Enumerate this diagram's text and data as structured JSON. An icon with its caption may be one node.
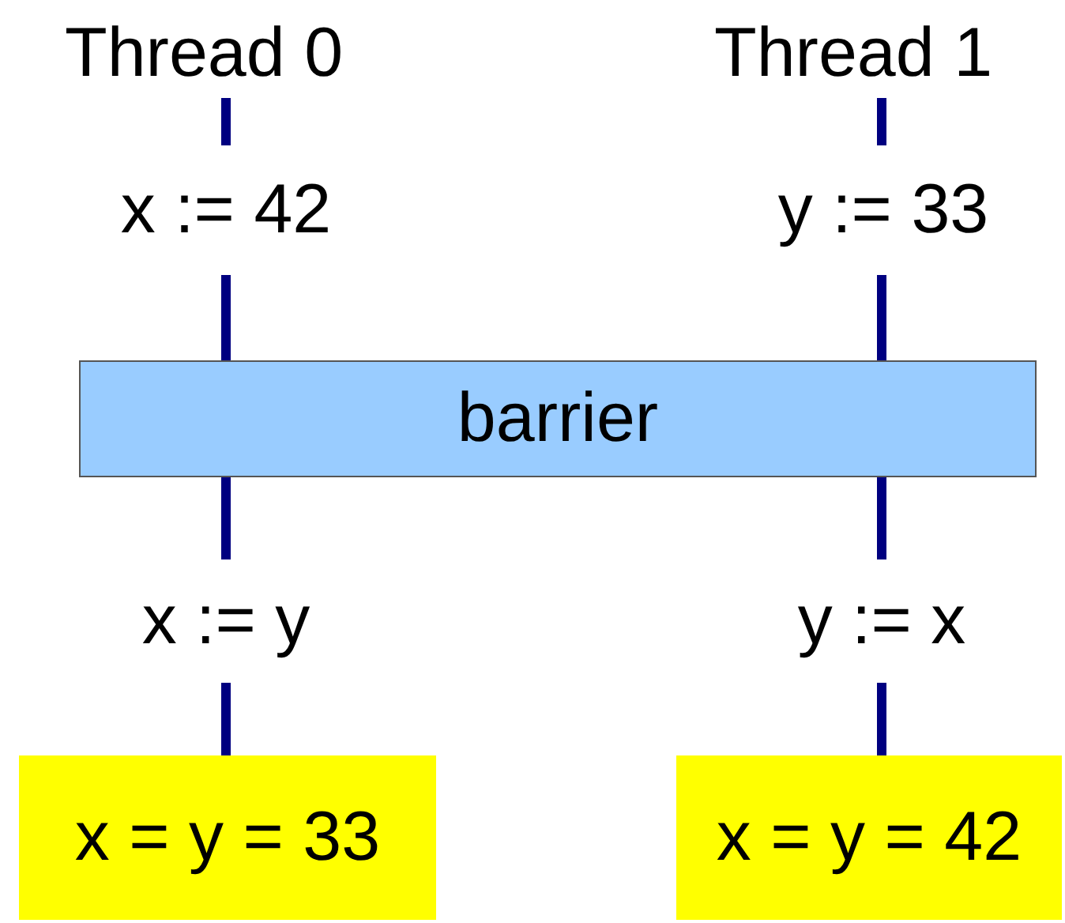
{
  "diagram": {
    "nodes": [
      {
        "text": [
          "Thread 0"
        ]
      },
      {
        "text": [
          "Thread 1"
        ]
      },
      {
        "text": [
          "x := 42"
        ]
      },
      {
        "text": [
          "y := 33"
        ]
      },
      {
        "text": [
          "barrier"
        ]
      },
      {
        "text": [
          "x := y"
        ]
      },
      {
        "text": [
          "y := x"
        ]
      },
      {
        "text": [
          "x = y = 33"
        ]
      },
      {
        "text": [
          "x = y = 42"
        ]
      }
    ],
    "edges": [
      {
        "from": 0,
        "to": 2,
        "arrow": "none"
      },
      {
        "from": 2,
        "to": 4,
        "arrow": "none"
      },
      {
        "from": 4,
        "to": 5,
        "arrow": "none"
      },
      {
        "from": 5,
        "to": 7,
        "arrow": "none"
      },
      {
        "from": 1,
        "to": 3,
        "arrow": "none"
      },
      {
        "from": 3,
        "to": 4,
        "arrow": "none"
      },
      {
        "from": 4,
        "to": 6,
        "arrow": "none"
      },
      {
        "from": 6,
        "to": 8,
        "arrow": "none"
      }
    ]
  }
}
